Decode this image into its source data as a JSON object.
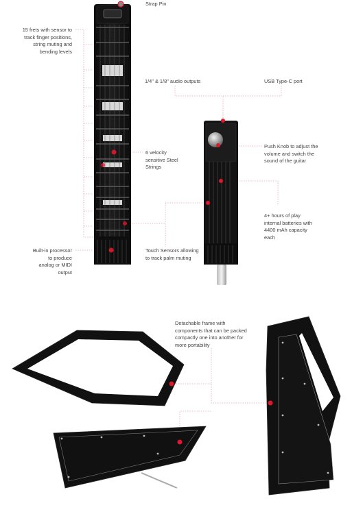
{
  "labels": {
    "strap_pin": "Strap Pin",
    "frets": "15 frets with sensor to\ntrack finger positions,\nstring muting and\nbending levels",
    "audio_outputs": "1/4\" & 1/8\" audio outputs",
    "usb": "USB Type-C port",
    "push_knob": "Push Knob to adjust the\nvolume and switch the\nsound of the guitar",
    "strings": "6 velocity\nsensitive Steel\nStrings",
    "battery": "4+ hours of play\ninternal batteries with\n4400 mAh capacity\neach",
    "touch": "Touch Sensors allowing\nto track palm muting",
    "processor": "Built-in processor\nto produce\nanalog or MIDI\noutput",
    "frame": "Detachable frame with\ncomponents that can be packed\ncompactly one into another for\nmore portability"
  },
  "colors": {
    "body": "#111111",
    "edge": "#2a2a2a",
    "fret": "#8a8a8a",
    "inlay": "#d8d8d8",
    "accent": "#e0182d",
    "leader": "#e8a0a8"
  }
}
